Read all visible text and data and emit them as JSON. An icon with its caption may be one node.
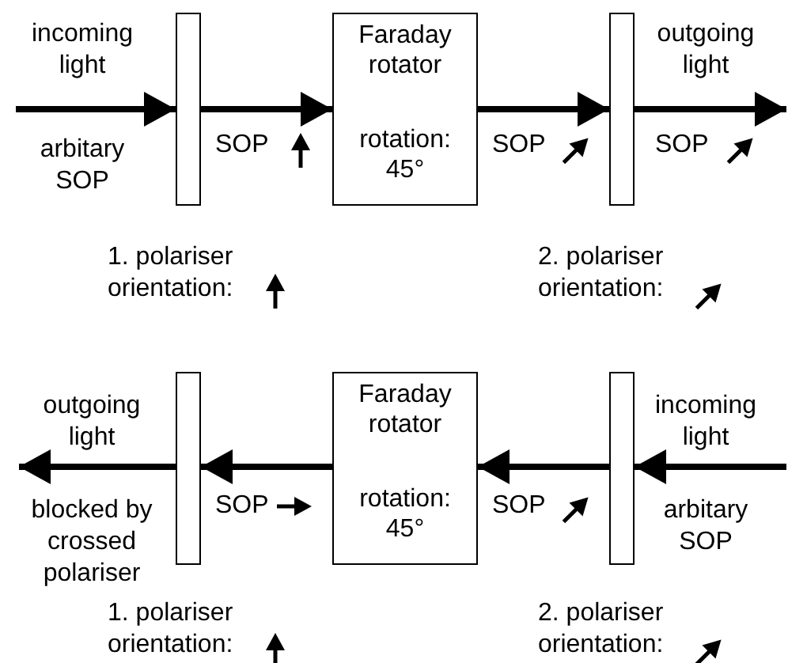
{
  "diagram": {
    "nodes": [
      {
        "text": [],
        "shape": "bar"
      },
      {
        "text": [
          "Faraday rotator",
          "rotation: 45°"
        ]
      },
      {
        "text": [],
        "shape": "bar"
      },
      {
        "text": [],
        "shape": "bar"
      },
      {
        "text": [
          "Faraday rotator",
          "rotation: 45°"
        ]
      },
      {
        "text": [],
        "shape": "bar"
      }
    ],
    "edges": [
      {
        "from": null,
        "to": 0,
        "arrow": "to"
      },
      {
        "from": 0,
        "to": 1,
        "arrow": "to"
      },
      {
        "from": 1,
        "to": 2,
        "arrow": "to"
      },
      {
        "from": 2,
        "to": null,
        "arrow": "to"
      },
      {
        "from": null,
        "to": 5,
        "arrow": "to"
      },
      {
        "from": 5,
        "to": 4,
        "arrow": "to"
      },
      {
        "from": 4,
        "to": 3,
        "arrow": "to"
      },
      {
        "from": 3,
        "to": null,
        "arrow": "to"
      }
    ],
    "labels": [
      "incoming light",
      "outgoing light",
      "arbitary SOP",
      "SOP",
      "SOP",
      "SOP",
      "1. polariser orientation:",
      "2. polariser orientation:",
      "outgoing light",
      "incoming light",
      "blocked by crossed polariser",
      "SOP",
      "SOP",
      "arbitary SOP",
      "1. polariser orientation:",
      "2. polariser orientation:"
    ]
  }
}
